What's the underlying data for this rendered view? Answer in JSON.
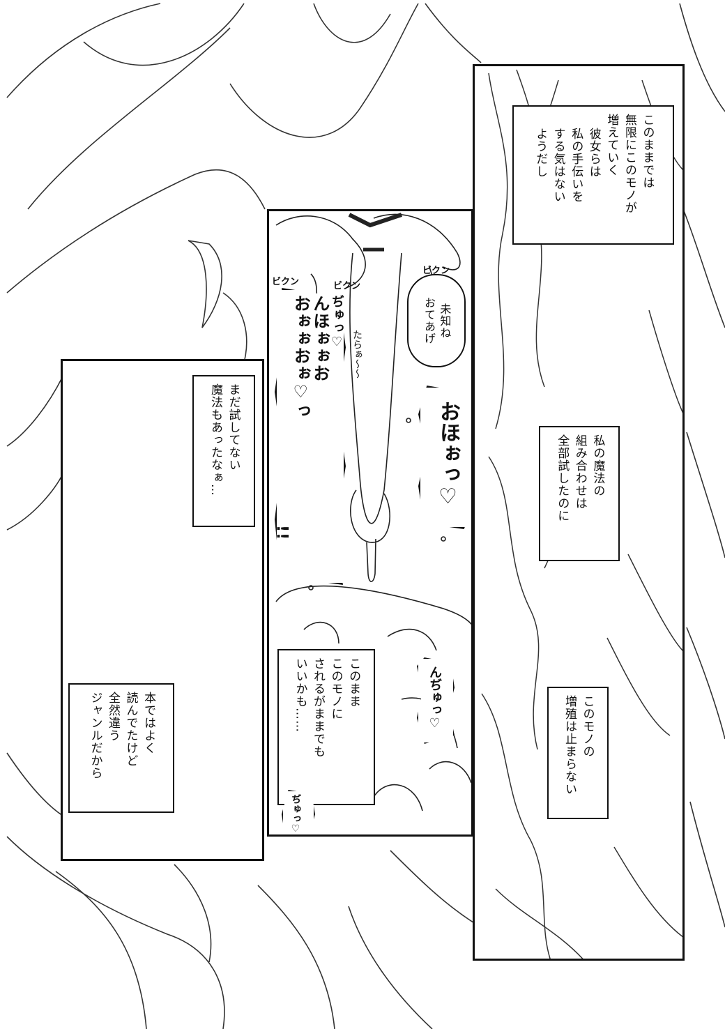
{
  "panels": {
    "right": {
      "caption1": [
        "このままでは",
        "無限にこのモノが",
        "増えていく",
        "彼女らは",
        "私の手伝いを",
        "する気はない",
        "ようだし"
      ],
      "caption2": [
        "私の魔法の",
        "組み合わせは",
        "全部試したのに"
      ],
      "caption3": [
        "このモノの",
        "増殖は止まらない"
      ]
    },
    "middle": {
      "bubble_whisper": [
        "未知ね",
        "おてあげ"
      ],
      "sfx_bikun_1": "ビクン",
      "sfx_bikun_2": "ビクン",
      "sfx_bikun_3": "ビクン",
      "sfx_drip": "たらぁ〜〜",
      "shout_left": [
        "ぢゅっ♡",
        "んほぉぉお",
        "おぉぉおぉ♡っ",
        "!!"
      ],
      "shout_right": "おほぉっ♡",
      "caption": [
        "このまま",
        "このモノに",
        "されるがままでも",
        "いいかも……"
      ],
      "sfx_ndu": "んぢゅっ♡",
      "sfx_dyu": "ぢゅっ♡"
    },
    "left": {
      "caption1": [
        "まだ試してない",
        "魔法もあったなぁ…"
      ],
      "caption2": [
        "本ではよく",
        "読んでたけど",
        "全然違う",
        "ジャンルだから"
      ]
    }
  }
}
